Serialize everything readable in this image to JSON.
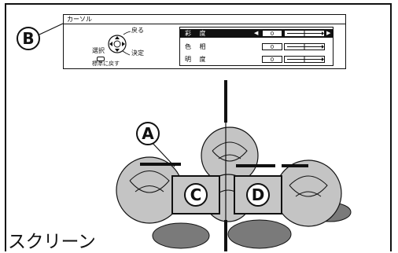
{
  "callouts": {
    "a": "A",
    "b": "B",
    "c": "C",
    "d": "D"
  },
  "menu": {
    "title": "カーソル",
    "nav": {
      "back": "戻る",
      "select": "選択",
      "enter": "決定",
      "reset": "標準に戻す"
    },
    "rows": [
      {
        "label": "彩 度",
        "value": "0",
        "selected": true
      },
      {
        "label": "色 相",
        "value": "0",
        "selected": false
      },
      {
        "label": "明 度",
        "value": "0",
        "selected": false
      }
    ]
  },
  "screen_label": "スクリーン",
  "colors": {
    "ink": "#111111",
    "rose_light": "#c4c4c4",
    "rose_dark": "#8a8a8a",
    "leaf": "#7a7a7a"
  }
}
